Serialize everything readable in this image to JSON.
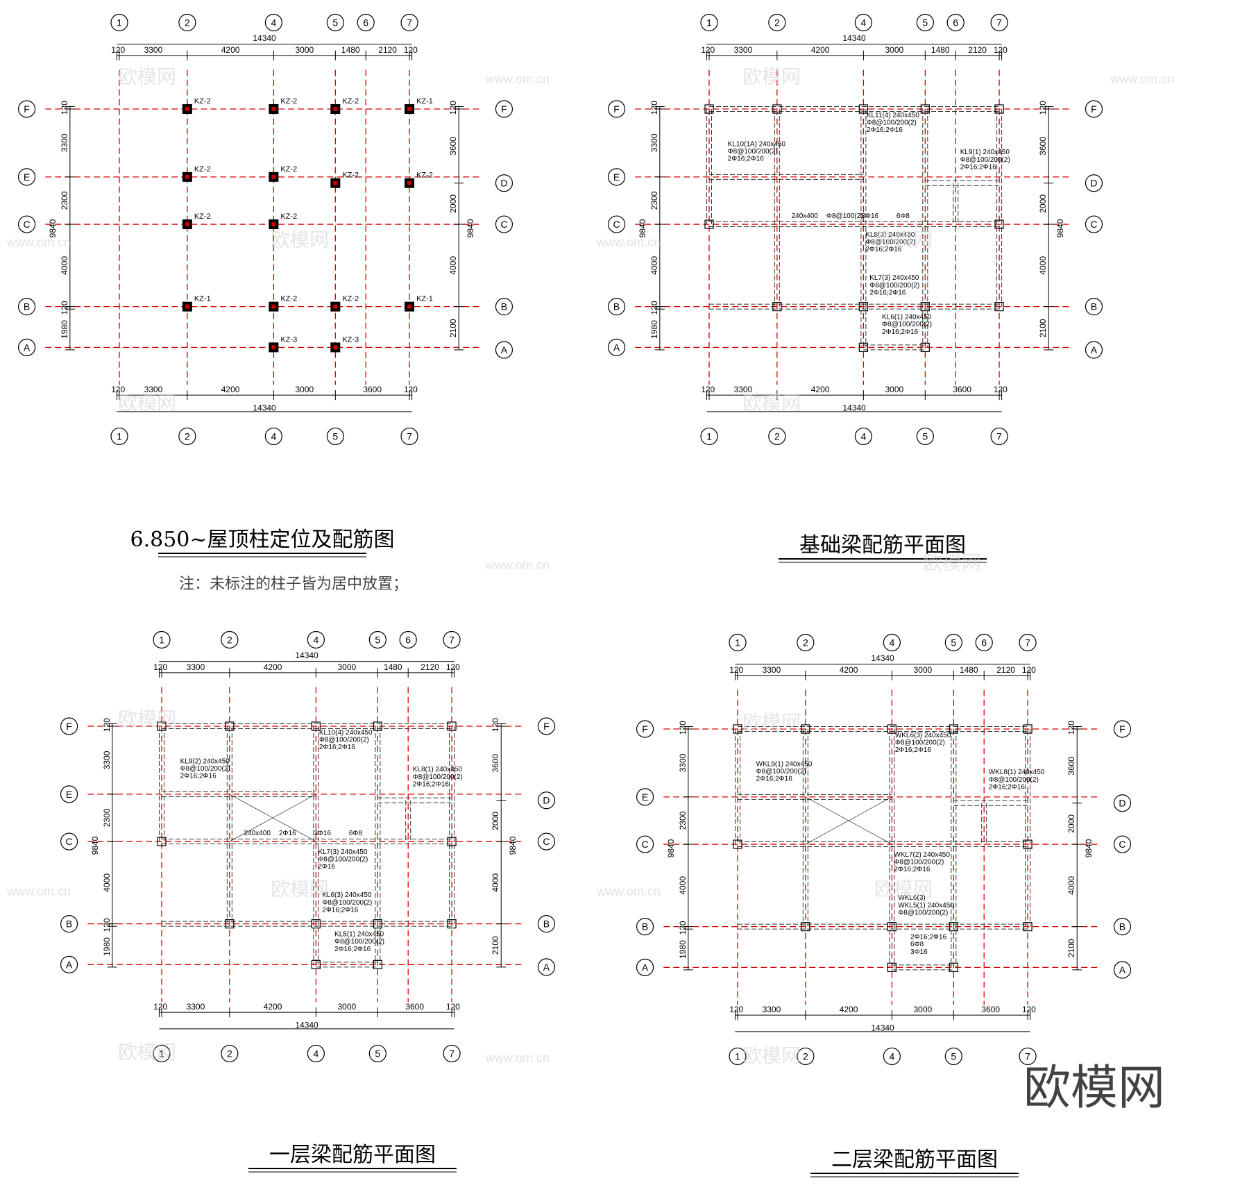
{
  "colors": {
    "ink": "#000000",
    "axis_red": "#d60000",
    "column_fill": "#000000",
    "column_red": "#cc0000",
    "dim": "#000000",
    "watermark": "#d0d0d0",
    "beam": "#333333"
  },
  "plans": [
    {
      "id": "column-plan",
      "title": "6.850~屋顶柱定位及配筋图",
      "note": "注：未标注的柱子皆为居中放置；",
      "axes_top": [
        "1",
        "2",
        "4",
        "5",
        "6",
        "7"
      ],
      "axes_bottom": [
        "1",
        "2",
        "4",
        "5",
        "7"
      ],
      "axes_left": [
        "F",
        "E",
        "C",
        "B",
        "A"
      ],
      "axes_right": [
        "F",
        "D",
        "C",
        "B",
        "A"
      ],
      "dims_top_total": "14340",
      "dims_top": [
        "120",
        "3300",
        "4200",
        "3000",
        "1480",
        "2120",
        "120"
      ],
      "dims_bottom": [
        "120",
        "3300",
        "4200",
        "3000",
        "3600",
        "120"
      ],
      "dims_bottom_total": "14340",
      "dims_left": [
        "120",
        "3300",
        "2300",
        "4000",
        "120",
        "1980"
      ],
      "dims_left_total": "9840",
      "dims_right": [
        "120",
        "3600",
        "2000",
        "4000",
        "2100"
      ],
      "dims_right_total": "9840",
      "labels": [
        {
          "text": "KZ-2"
        },
        {
          "text": "KZ-2"
        },
        {
          "text": "KZ-2"
        },
        {
          "text": "KZ-1"
        },
        {
          "text": "KZ-2"
        },
        {
          "text": "KZ-2"
        },
        {
          "text": "KZ-2"
        },
        {
          "text": "KZ-2"
        },
        {
          "text": "KZ-2"
        },
        {
          "text": "KZ-2"
        },
        {
          "text": "KZ-1"
        },
        {
          "text": "KZ-2"
        },
        {
          "text": "KZ-2"
        },
        {
          "text": "KZ-1"
        },
        {
          "text": "KZ-3"
        },
        {
          "text": "KZ-3"
        }
      ]
    },
    {
      "id": "foundation-beam-plan",
      "title": "基础梁配筋平面图",
      "axes_top": [
        "1",
        "2",
        "4",
        "5",
        "6",
        "7"
      ],
      "axes_bottom": [
        "1",
        "2",
        "4",
        "5",
        "7"
      ],
      "axes_left": [
        "F",
        "E",
        "C",
        "B",
        "A"
      ],
      "axes_right": [
        "F",
        "D",
        "C",
        "B",
        "A"
      ],
      "dims_top_total": "14340",
      "dims_top": [
        "120",
        "3300",
        "4200",
        "3000",
        "1480",
        "2120",
        "120"
      ],
      "dims_bottom": [
        "120",
        "3300",
        "4200",
        "3000",
        "3600",
        "120"
      ],
      "dims_bottom_total": "14340",
      "dims_left": [
        "120",
        "3300",
        "2300",
        "4000",
        "120",
        "1980"
      ],
      "dims_left_total": "9840",
      "dims_right": [
        "120",
        "3600",
        "2000",
        "4000",
        "2100"
      ],
      "dims_right_total": "9840",
      "labels": [
        {
          "text": "KL11(4) 240x450"
        },
        {
          "text": "Φ8@100/200(2)"
        },
        {
          "text": "2Φ16;2Φ16"
        },
        {
          "text": "KL10(1A) 240x450"
        },
        {
          "text": "Φ8@100/200(2)"
        },
        {
          "text": "2Φ16;2Φ16"
        },
        {
          "text": "KL9(1) 240x450"
        },
        {
          "text": "Φ8@100/200(2)"
        },
        {
          "text": "2Φ16;2Φ16"
        },
        {
          "text": "KL8(3) 240x450"
        },
        {
          "text": "Φ8@100/200(2)"
        },
        {
          "text": "2Φ16;2Φ16"
        },
        {
          "text": "KL7(3) 240x450"
        },
        {
          "text": "Φ8@100/200(2)"
        },
        {
          "text": "2Φ16;2Φ16"
        },
        {
          "text": "KL6(1) 240x450"
        },
        {
          "text": "Φ8@100/200(2)"
        },
        {
          "text": "2Φ16;2Φ16"
        },
        {
          "text": "240x400"
        },
        {
          "text": "Φ8@100(2)"
        },
        {
          "text": "3Φ16"
        },
        {
          "text": "6Φ8"
        }
      ]
    },
    {
      "id": "first-floor-beam-plan",
      "title": "一层梁配筋平面图",
      "axes_top": [
        "1",
        "2",
        "4",
        "5",
        "6",
        "7"
      ],
      "axes_bottom": [
        "1",
        "2",
        "4",
        "5",
        "7"
      ],
      "axes_left": [
        "F",
        "E",
        "C",
        "B",
        "A"
      ],
      "axes_right": [
        "F",
        "D",
        "C",
        "B",
        "A"
      ],
      "dims_top_total": "14340",
      "dims_top": [
        "120",
        "3300",
        "4200",
        "3000",
        "1480",
        "2120",
        "120"
      ],
      "dims_bottom": [
        "120",
        "3300",
        "4200",
        "3000",
        "3600",
        "120"
      ],
      "dims_bottom_total": "14340",
      "dims_left": [
        "120",
        "3300",
        "2300",
        "4000",
        "120",
        "1980"
      ],
      "dims_left_total": "9840",
      "dims_right": [
        "120",
        "3600",
        "2000",
        "4000",
        "2100"
      ],
      "dims_right_total": "9840",
      "labels": [
        {
          "text": "KL10(4) 240x450"
        },
        {
          "text": "Φ8@100/200(2)"
        },
        {
          "text": "2Φ16;2Φ16"
        },
        {
          "text": "KL9(2) 240x450"
        },
        {
          "text": "Φ8@100/200(2)"
        },
        {
          "text": "2Φ16;2Φ16"
        },
        {
          "text": "KL8(1) 240x450"
        },
        {
          "text": "Φ8@100/200(2)"
        },
        {
          "text": "2Φ16;2Φ16"
        },
        {
          "text": "KL7(3) 240x450"
        },
        {
          "text": "Φ8@100/200(2)"
        },
        {
          "text": "2Φ16"
        },
        {
          "text": "KL6(3) 240x450"
        },
        {
          "text": "Φ8@100/200(2)"
        },
        {
          "text": "2Φ16;2Φ16"
        },
        {
          "text": "KL5(1) 240x450"
        },
        {
          "text": "Φ8@100/200(2)"
        },
        {
          "text": "2Φ16;2Φ16"
        },
        {
          "text": "240x400"
        },
        {
          "text": "2Φ16"
        },
        {
          "text": "3Φ16"
        },
        {
          "text": "6Φ8"
        }
      ]
    },
    {
      "id": "second-floor-beam-plan",
      "title": "二层梁配筋平面图",
      "axes_top": [
        "1",
        "2",
        "4",
        "5",
        "6",
        "7"
      ],
      "axes_bottom": [
        "1",
        "2",
        "4",
        "5",
        "7"
      ],
      "axes_left": [
        "F",
        "E",
        "C",
        "B",
        "A"
      ],
      "axes_right": [
        "F",
        "D",
        "C",
        "B",
        "A"
      ],
      "dims_top_total": "14340",
      "dims_top": [
        "120",
        "3300",
        "4200",
        "3000",
        "1480",
        "2120",
        "120"
      ],
      "dims_bottom": [
        "120",
        "3300",
        "4200",
        "3000",
        "3600",
        "120"
      ],
      "dims_bottom_total": "14340",
      "dims_left": [
        "120",
        "3300",
        "2300",
        "4000",
        "120",
        "1980"
      ],
      "dims_left_total": "9840",
      "dims_right": [
        "120",
        "3600",
        "2000",
        "4000",
        "2100"
      ],
      "dims_right_total": "9840",
      "labels": [
        {
          "text": "WKL6(3) 240x450"
        },
        {
          "text": "Φ8@100/200(2)"
        },
        {
          "text": "2Φ16;2Φ16"
        },
        {
          "text": "WKL9(1) 240x450"
        },
        {
          "text": "Φ8@100/200(2)"
        },
        {
          "text": "2Φ16;2Φ16"
        },
        {
          "text": "WKL8(1) 240x450"
        },
        {
          "text": "Φ8@100/200(2)"
        },
        {
          "text": "2Φ16;2Φ16"
        },
        {
          "text": "WKL7(2) 240x450"
        },
        {
          "text": "Φ8@100/200(2)"
        },
        {
          "text": "2Φ16;2Φ16"
        },
        {
          "text": "WKL6(3)"
        },
        {
          "text": "WKL5(1) 240x450"
        },
        {
          "text": "Φ8@100/200(2)"
        },
        {
          "text": "2Φ16;2Φ16"
        },
        {
          "text": "6Φ8"
        },
        {
          "text": "3Φ16"
        }
      ]
    }
  ],
  "watermark": {
    "small": "欧模网",
    "url": "www.om.cn",
    "big_logo": "欧模网"
  }
}
